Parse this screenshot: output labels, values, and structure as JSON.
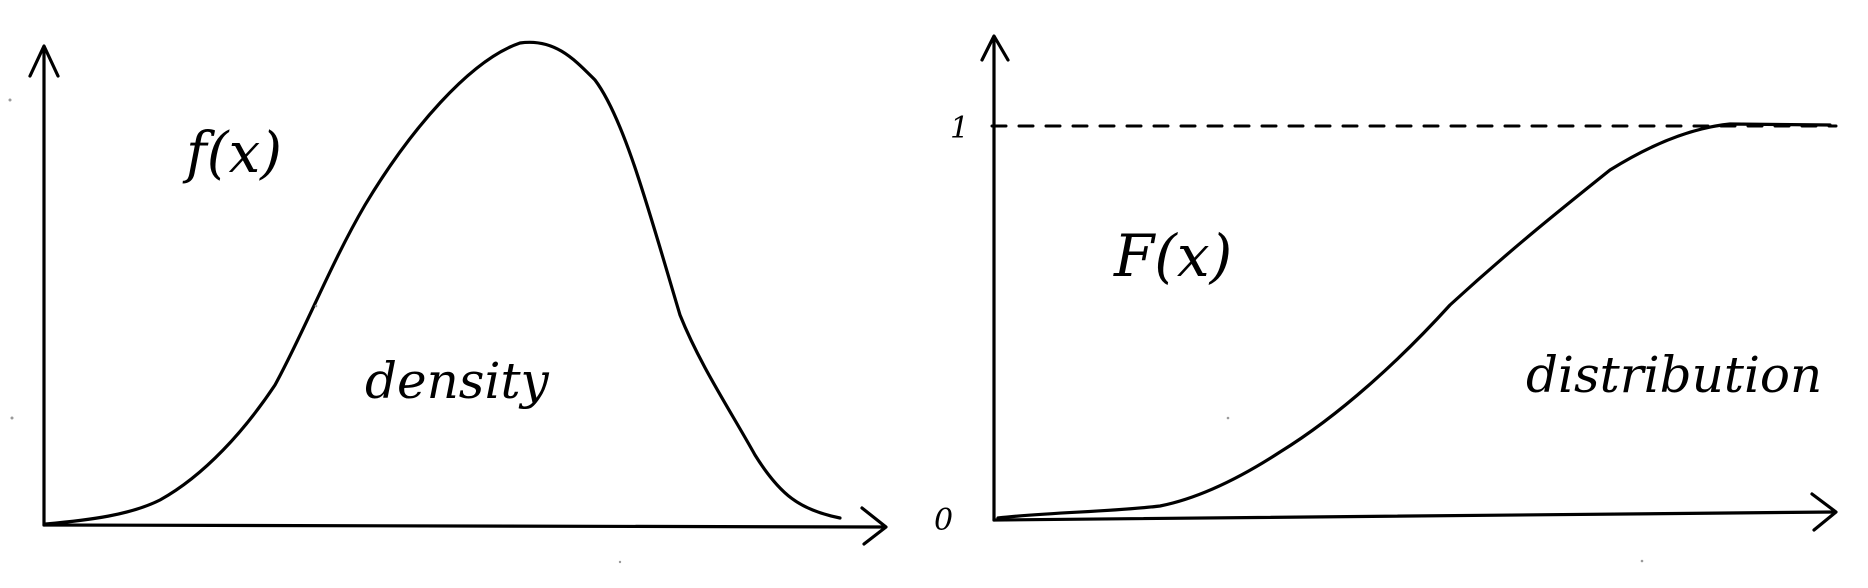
{
  "left_panel": {
    "function_label": "f(x)",
    "curve_label": "density"
  },
  "right_panel": {
    "function_label": "F(x)",
    "curve_label": "distribution",
    "y_tick_top": "1",
    "y_tick_bottom": "0"
  },
  "colors": {
    "ink": "#000000",
    "background": "#ffffff"
  }
}
